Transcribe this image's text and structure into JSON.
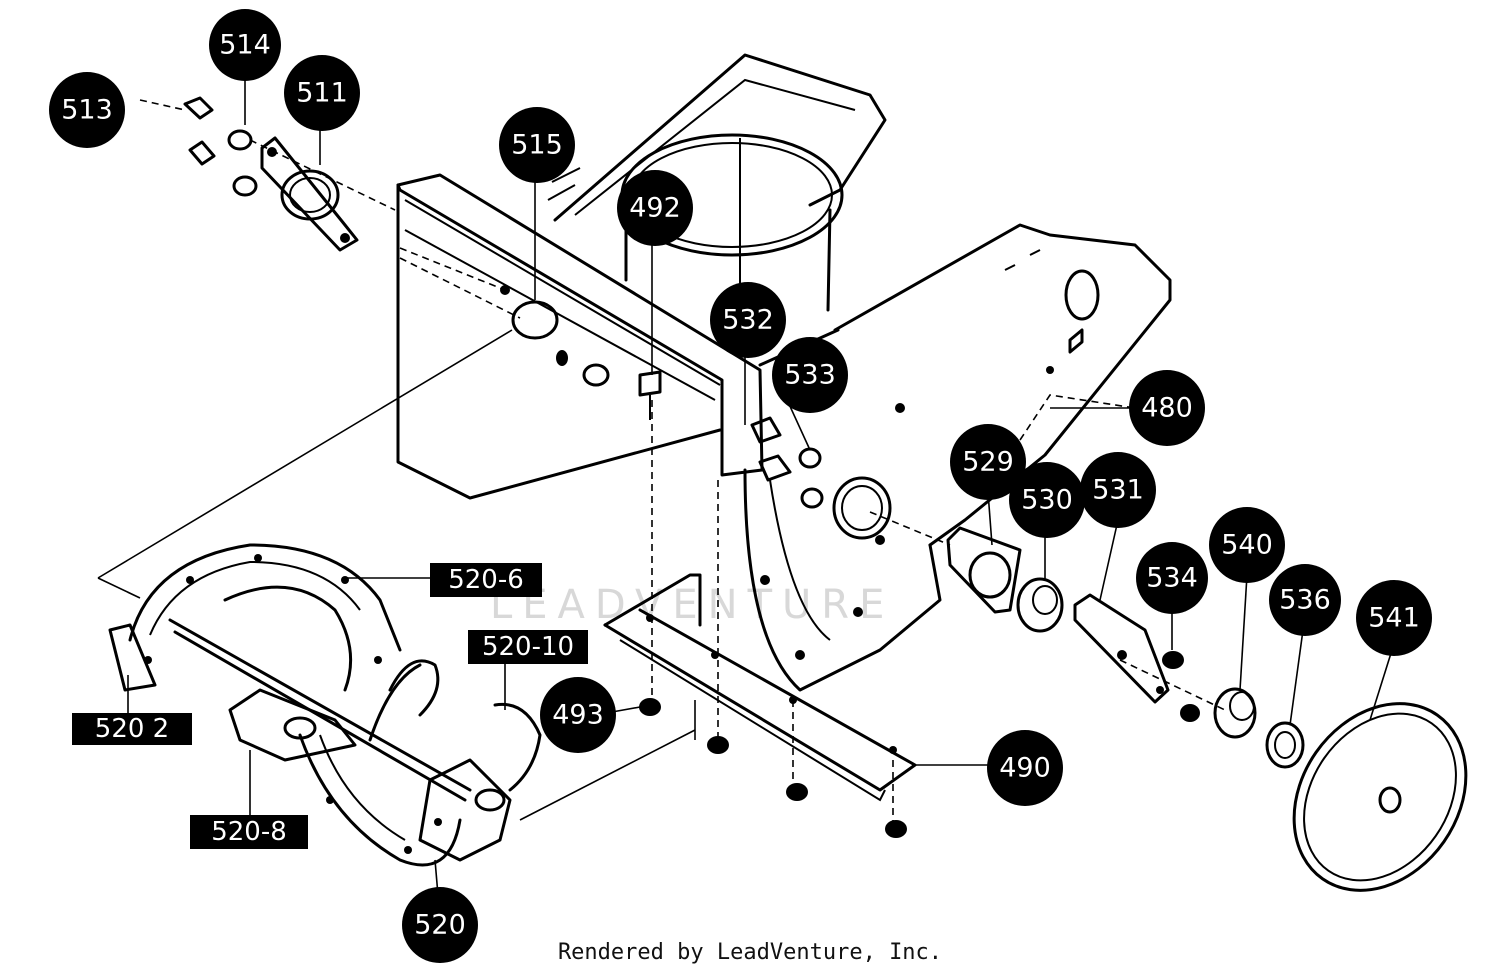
{
  "callouts": [
    {
      "id": "c513",
      "label": "513"
    },
    {
      "id": "c514",
      "label": "514"
    },
    {
      "id": "c511",
      "label": "511"
    },
    {
      "id": "c515",
      "label": "515"
    },
    {
      "id": "c492",
      "label": "492"
    },
    {
      "id": "c532",
      "label": "532"
    },
    {
      "id": "c533",
      "label": "533"
    },
    {
      "id": "c480",
      "label": "480"
    },
    {
      "id": "c529",
      "label": "529"
    },
    {
      "id": "c530",
      "label": "530"
    },
    {
      "id": "c531",
      "label": "531"
    },
    {
      "id": "c534",
      "label": "534"
    },
    {
      "id": "c540",
      "label": "540"
    },
    {
      "id": "c536",
      "label": "536"
    },
    {
      "id": "c541",
      "label": "541"
    },
    {
      "id": "c493",
      "label": "493"
    },
    {
      "id": "c490",
      "label": "490"
    },
    {
      "id": "c520",
      "label": "520"
    }
  ],
  "tags": {
    "t520_6": "520-6",
    "t520_10": "520-10",
    "t520_2": "520 2",
    "t520_8": "520-8"
  },
  "watermark": "LEADVENTURE",
  "credit": "Rendered by LeadVenture, Inc."
}
